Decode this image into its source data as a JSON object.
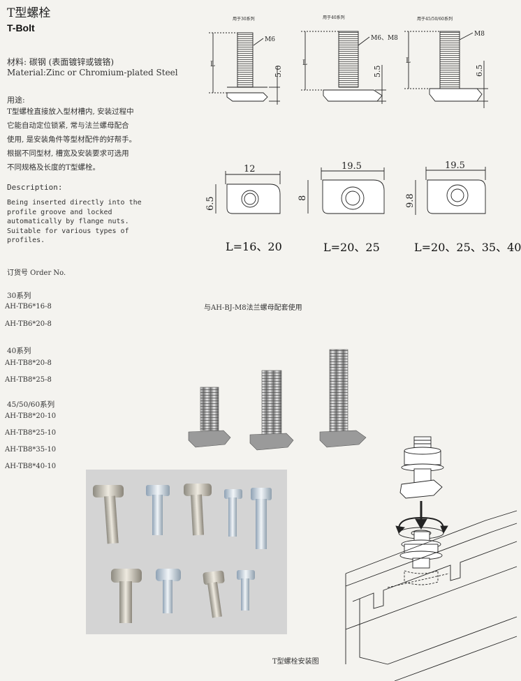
{
  "header": {
    "title_cn": "T型螺栓",
    "title_en": "T-Bolt"
  },
  "material": {
    "cn": "材料: 碳钢 (表面镀锌或镀铬)",
    "en": "Material:Zinc or Chromium-plated Steel"
  },
  "usage": {
    "heading": "用途:",
    "lines": [
      "T型螺栓直接放入型材槽内, 安装过程中",
      "它能自动定位锁紧, 常与法兰螺母配合",
      "使用, 是安装角件等型材配件的好帮手。",
      "根据不同型材, 槽宽及安装要求可选用",
      "不同规格及长度的T型螺栓。"
    ]
  },
  "description": {
    "heading": "Description:",
    "lines": [
      "Being inserted directly into the",
      "profile groove and locked",
      "automatically by flange nuts.",
      "Suitable for various types of",
      "profiles."
    ]
  },
  "order": {
    "heading": "订货号  Order No.",
    "groups": [
      {
        "label": "30系列",
        "items": [
          "AH-TB6*16-8",
          "AH-TB6*20-8"
        ]
      },
      {
        "label": "40系列",
        "items": [
          "AH-TB8*20-8",
          "AH-TB8*25-8"
        ]
      },
      {
        "label": "45/50/60系列",
        "items": [
          "AH-TB8*20-10",
          "AH-TB8*25-10",
          "AH-TB8*35-10",
          "AH-TB8*40-10"
        ]
      }
    ]
  },
  "drawings": [
    {
      "series": "用于30系列",
      "thread": "M6",
      "head_h": "5.0",
      "width": "12",
      "height": "6.5",
      "lengths": "L=16、20"
    },
    {
      "series": "用于40系列",
      "thread": "M6、M8",
      "head_h": "5.5",
      "width": "19.5",
      "height": "8",
      "lengths": "L=20、25"
    },
    {
      "series": "用于45/50/60系列",
      "thread": "M8",
      "head_h": "6.5",
      "width": "19.5",
      "height": "9.8",
      "lengths": "L=20、25、35、40"
    }
  ],
  "dim_L": "L",
  "nut_note": "与AH-BJ-M8法兰螺母配套使用",
  "install_caption": "T型螺栓安装图",
  "colors": {
    "background": "#f4f3ef",
    "photo_bg": "#d4d4d4",
    "line": "#222222"
  }
}
